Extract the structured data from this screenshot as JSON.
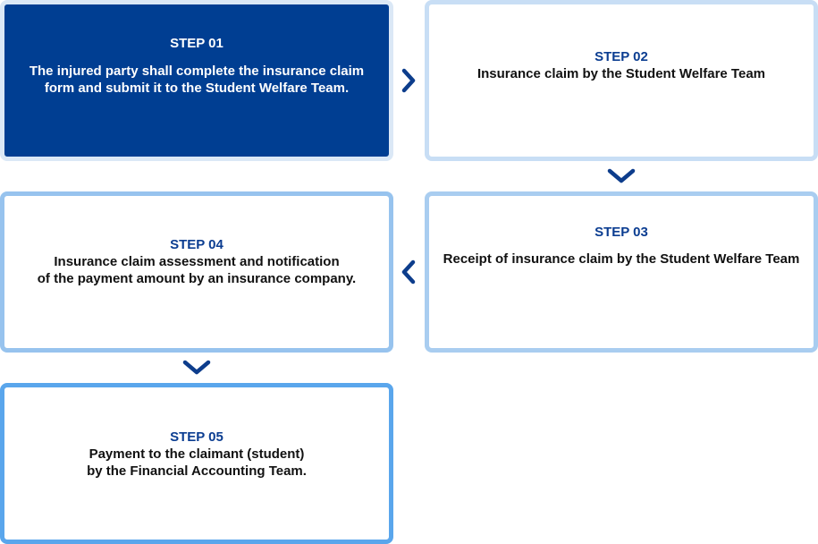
{
  "steps": [
    {
      "label": "STEP 01",
      "desc": "The injured party shall complete the insurance claim\nform and submit it to the Student Welfare Team."
    },
    {
      "label": "STEP 02",
      "desc": "Insurance claim by the Student Welfare Team"
    },
    {
      "label": "STEP 03",
      "desc": "Receipt of insurance claim by the Student Welfare Team"
    },
    {
      "label": "STEP 04",
      "desc": "Insurance claim assessment and notification\nof the payment amount by an insurance company."
    },
    {
      "label": "STEP 05",
      "desc": "Payment to the claimant (student)\nby the Financial Accounting Team."
    }
  ],
  "arrows": [
    {
      "icon": "chevron-right-icon"
    },
    {
      "icon": "chevron-down-icon"
    },
    {
      "icon": "chevron-left-icon"
    },
    {
      "icon": "chevron-down-icon"
    }
  ],
  "colors": {
    "accent_dark": "#003e92",
    "label_blue": "#0b3d91",
    "arrow_blue": "#0d3d8c"
  }
}
